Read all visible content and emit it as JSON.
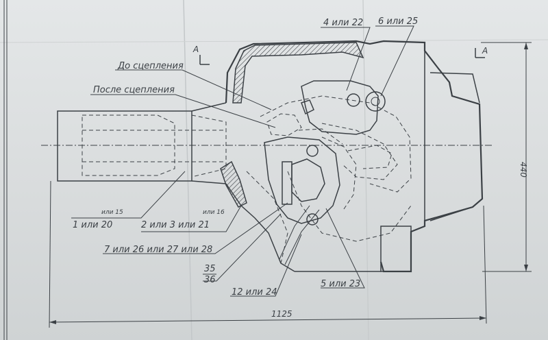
{
  "labels": {
    "before_coupling": "До сцепления",
    "after_coupling": "После сцепления",
    "part_4_22": "4 или 22",
    "part_6_25": "6 или 25",
    "part_1_20": "1 или 20",
    "part_15": "или 15",
    "part_2_3_21": "2 или 3 или 21",
    "part_16": "или 16",
    "part_7_26_27_28": "7 или 26 или 27 или 28",
    "part_35": "35",
    "part_36": "36",
    "part_12_24": "12 или 24",
    "part_5_23": "5 или 23",
    "section_a_left": "А",
    "section_a_right": "А",
    "dim_width": "1125",
    "dim_height": "440"
  },
  "colors": {
    "ink": "#3b4045",
    "paper": "#dcdfe0"
  }
}
